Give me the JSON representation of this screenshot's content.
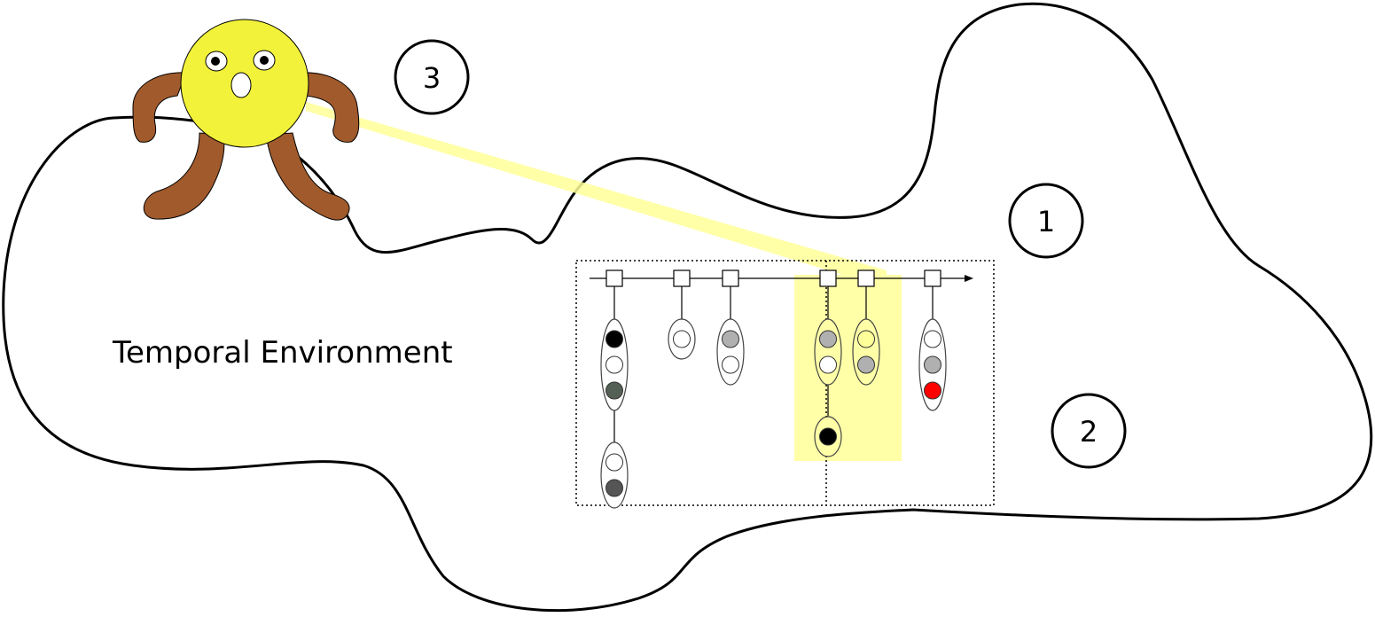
{
  "diagram": {
    "title": "Temporal Environment",
    "markers": [
      "1",
      "2",
      "3"
    ]
  },
  "colors": {
    "agent_body": "#f2f23a",
    "agent_limbs": "#a05a2c",
    "view_beam": "#ffff99",
    "black": "#000000",
    "white": "#ffffff",
    "light_gray": "#b0b0b0",
    "dark_gray": "#555555",
    "dark_green_gray": "#556055",
    "pale_yellow": "#ffff99",
    "red": "#ff0000"
  },
  "timeline": {
    "events": [
      {
        "groups": [
          [
            "black",
            "white",
            "dark_green_gray"
          ],
          [
            "white",
            "dark_gray"
          ]
        ]
      },
      {
        "groups": [
          [
            "white"
          ]
        ]
      },
      {
        "groups": [
          [
            "light_gray",
            "white"
          ]
        ]
      },
      {
        "groups": [
          [
            "light_gray",
            "white"
          ],
          [
            "black"
          ]
        ],
        "highlighted": true
      },
      {
        "groups": [
          [
            "pale_yellow",
            "light_gray"
          ]
        ],
        "highlighted": true
      },
      {
        "groups": [
          [
            "white",
            "light_gray",
            "red"
          ]
        ]
      }
    ]
  }
}
